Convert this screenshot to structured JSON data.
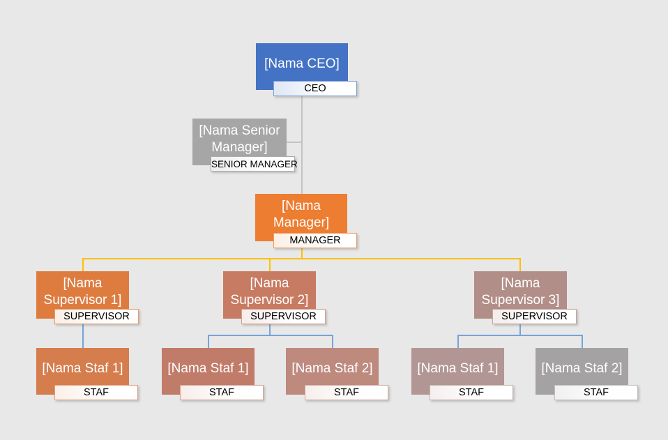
{
  "canvas": {
    "background": "#E8E8E8"
  },
  "nodes": {
    "ceo": {
      "name": "[Nama CEO]",
      "title": "CEO"
    },
    "senior_manager": {
      "name": "[Nama Senior Manager]",
      "title": "SENIOR MANAGER"
    },
    "manager": {
      "name": "[Nama Manager]",
      "title": "MANAGER"
    },
    "supervisor1": {
      "name": "[Nama Supervisor 1]",
      "title": "SUPERVISOR"
    },
    "supervisor2": {
      "name": "[Nama Supervisor 2]",
      "title": "SUPERVISOR"
    },
    "supervisor3": {
      "name": "[Nama Supervisor 3]",
      "title": "SUPERVISOR"
    },
    "staf_s1_1": {
      "name": "[Nama Staf 1]",
      "title": "STAF"
    },
    "staf_s2_1": {
      "name": "[Nama Staf 1]",
      "title": "STAF"
    },
    "staf_s2_2": {
      "name": "[Nama Staf 2]",
      "title": "STAF"
    },
    "staf_s3_1": {
      "name": "[Nama Staf 1]",
      "title": "STAF"
    },
    "staf_s3_2": {
      "name": "[Nama Staf 2]",
      "title": "STAF"
    }
  },
  "colors": {
    "ceo_fill": "#4472C4",
    "ceo_border": "#7F9FD4",
    "ceo_tint": "#DEE7F5",
    "senior_fill": "#A6A6A6",
    "senior_border": "#ABABAB",
    "senior_tint": "#EFEFEF",
    "manager_fill": "#ED7D31",
    "manager_border": "#EE9B63",
    "manager_tint": "#FCEEE4",
    "sup1_fill": "#DE7C40",
    "sup1_border": "#E89B66",
    "sup1_tint": "#FBEFE7",
    "sup2_fill": "#C77B62",
    "sup2_border": "#D5A08F",
    "sup2_tint": "#F7ECE8",
    "sup3_fill": "#B28E88",
    "sup3_border": "#C5A4A0",
    "sup3_tint": "#F4ECEB",
    "staf11_fill": "#D57D4D",
    "staf11_border": "#E0A07A",
    "staf11_tint": "#FBF0E8",
    "staf21_fill": "#C17B69",
    "staf21_border": "#D4A294",
    "staf21_tint": "#F7EDE9",
    "staf22_fill": "#BE8A7E",
    "staf22_border": "#D2ABA1",
    "staf22_tint": "#F6EFEC",
    "staf31_fill": "#B29693",
    "staf31_border": "#C7B1AE",
    "staf31_tint": "#F4EFEE",
    "staf32_fill": "#A5A2A3",
    "staf32_border": "#C0BEBF",
    "staf32_tint": "#F0F0F0",
    "line_gray": "#C3C3C3",
    "line_gold": "#FFC000",
    "line_blue": "#76A3D9"
  }
}
